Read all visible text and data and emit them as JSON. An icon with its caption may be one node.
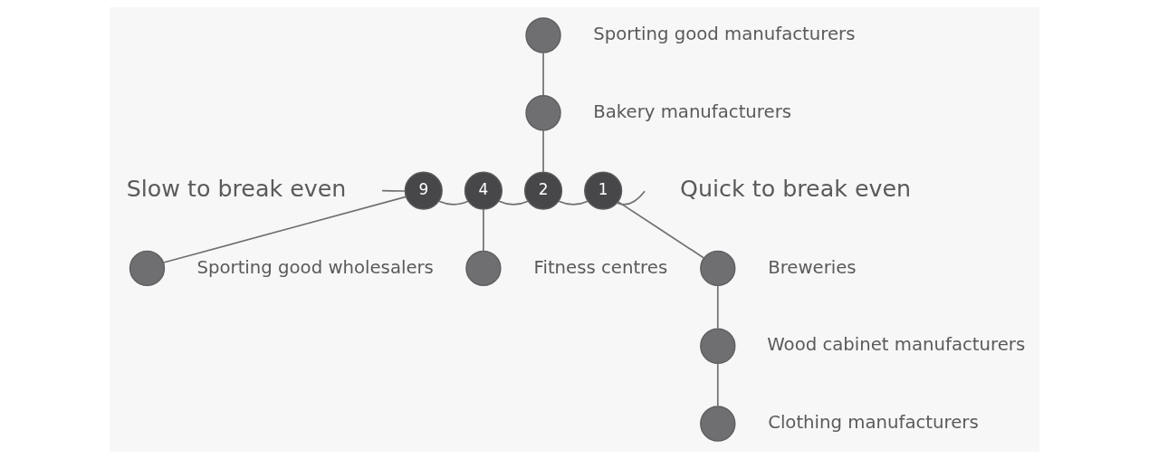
{
  "diagram": {
    "nodes": [
      {
        "text": [],
        "shape": "circle",
        "beside": [
          "Sporting good manufacturers"
        ]
      },
      {
        "text": [],
        "shape": "circle",
        "beside": [
          "Bakery manufacturers"
        ]
      },
      {
        "text": [
          "9"
        ]
      },
      {
        "text": [
          "4"
        ]
      },
      {
        "text": [
          "2"
        ]
      },
      {
        "text": [
          "1"
        ]
      },
      {
        "text": [],
        "shape": "circle",
        "beside": [
          "Sporting good wholesalers"
        ]
      },
      {
        "text": [],
        "shape": "circle",
        "beside": [
          "Fitness centres"
        ]
      },
      {
        "text": [],
        "shape": "circle",
        "beside": [
          "Breweries"
        ]
      },
      {
        "text": [],
        "shape": "circle",
        "beside": [
          "Wood cabinet manufacturers"
        ]
      },
      {
        "text": [],
        "shape": "circle",
        "beside": [
          "Clothing manufacturers"
        ]
      }
    ],
    "edges": [
      {
        "from": 0,
        "to": 1,
        "arrow": "none"
      },
      {
        "from": 1,
        "to": 4,
        "arrow": "none"
      },
      {
        "from": null,
        "to": 2,
        "arrow": "none"
      },
      {
        "from": 2,
        "to": 3,
        "arrow": "none"
      },
      {
        "from": 3,
        "to": 4,
        "arrow": "none"
      },
      {
        "from": 4,
        "to": 5,
        "arrow": "none"
      },
      {
        "from": 5,
        "to": null,
        "arrow": "none"
      },
      {
        "from": 2,
        "to": 6,
        "arrow": "none"
      },
      {
        "from": 3,
        "to": 7,
        "arrow": "none"
      },
      {
        "from": 5,
        "to": 8,
        "arrow": "none"
      },
      {
        "from": 8,
        "to": 9,
        "arrow": "none"
      },
      {
        "from": 9,
        "to": 10,
        "arrow": "none"
      }
    ],
    "labels": [
      "Slow to break even",
      "Quick to break even"
    ]
  }
}
